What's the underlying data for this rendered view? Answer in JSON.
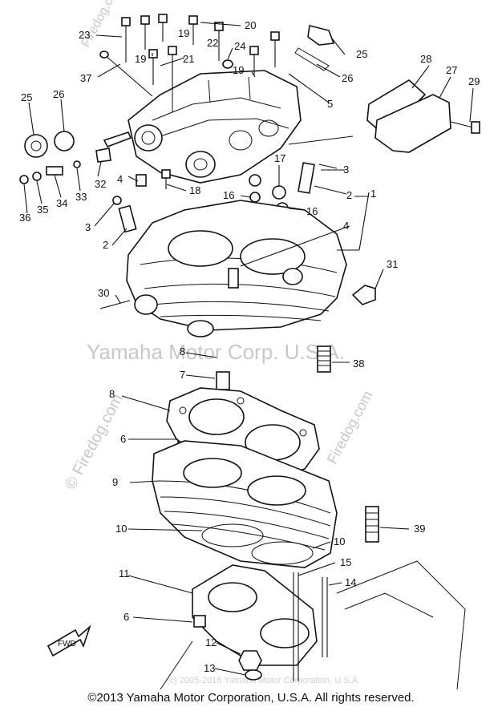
{
  "watermarks": {
    "main": "Yamaha Motor Corp. U.S.A.",
    "firedog_left": "© Firedog.com",
    "firedog_right": "Firedog.com",
    "firedog_top": "Firedog.com",
    "small_center": "(c) 2005-2016 Yamaha Motor Corporation, U.S.A."
  },
  "arrow_label": "FWD",
  "copyright": "©2013 Yamaha Motor Corporation, U.S.A. All rights reserved.",
  "callouts": {
    "c1": "1",
    "c2a": "2",
    "c2b": "2",
    "c3a": "3",
    "c3b": "3",
    "c4a": "4",
    "c4b": "4",
    "c5": "5",
    "c6a": "6",
    "c6b": "6",
    "c7": "7",
    "c8a": "8",
    "c8b": "8",
    "c9": "9",
    "c10a": "10",
    "c10b": "10",
    "c11": "11",
    "c12": "12",
    "c13": "13",
    "c14": "14",
    "c15": "15",
    "c16a": "16",
    "c16b": "16",
    "c17": "17",
    "c18": "18",
    "c19a": "19",
    "c19b": "19",
    "c19c": "19",
    "c20": "20",
    "c21": "21",
    "c22": "22",
    "c23": "23",
    "c24": "24",
    "c25a": "25",
    "c25b": "25",
    "c26a": "26",
    "c26b": "26",
    "c27": "27",
    "c28": "28",
    "c29": "29",
    "c30": "30",
    "c31": "31",
    "c32": "32",
    "c33": "33",
    "c34": "34",
    "c35": "35",
    "c36": "36",
    "c37": "37",
    "c38": "38",
    "c39": "39"
  }
}
